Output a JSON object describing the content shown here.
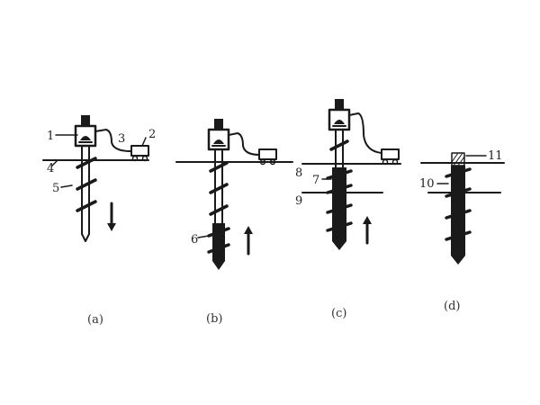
{
  "panels": [
    {
      "caption": "(a)"
    },
    {
      "caption": "(b)"
    },
    {
      "caption": "(c)"
    },
    {
      "caption": "(d)"
    }
  ],
  "labels": [
    "1",
    "2",
    "3",
    "4",
    "5",
    "6",
    "7",
    "8",
    "9",
    "10",
    "11"
  ],
  "colors": {
    "ink": "#1a1a1a",
    "background": "#ffffff"
  }
}
